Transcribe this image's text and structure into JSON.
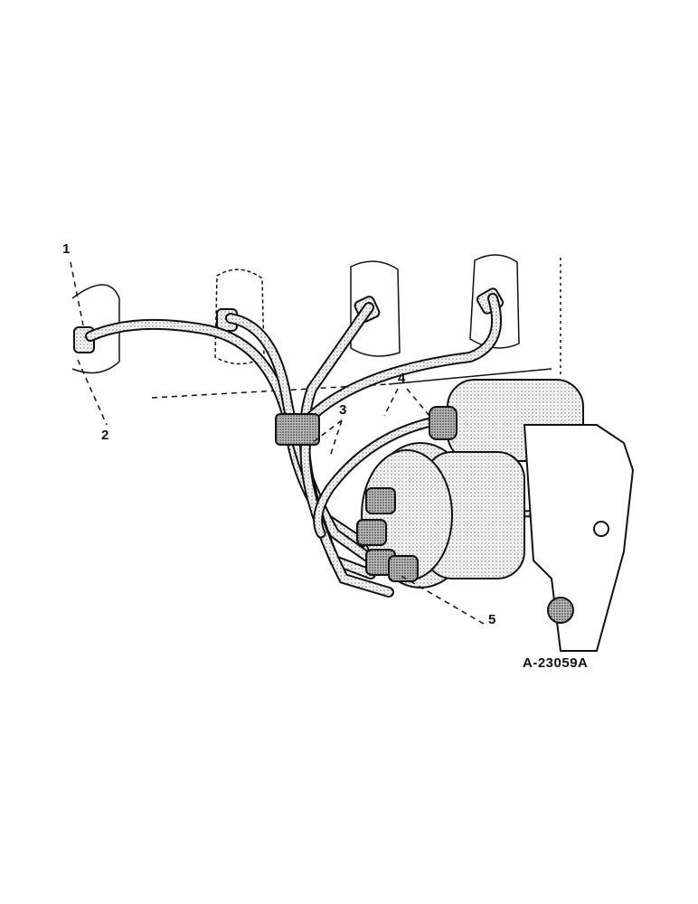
{
  "figure": {
    "reference_code": "A-23059A",
    "callouts": [
      {
        "id": "1",
        "label": "1"
      },
      {
        "id": "2",
        "label": "2"
      },
      {
        "id": "3",
        "label": "3"
      },
      {
        "id": "4",
        "label": "4"
      },
      {
        "id": "5",
        "label": "5"
      }
    ],
    "colors": {
      "ink": "#111111",
      "paper": "#ffffff",
      "shade": "#8a8a8a"
    }
  }
}
